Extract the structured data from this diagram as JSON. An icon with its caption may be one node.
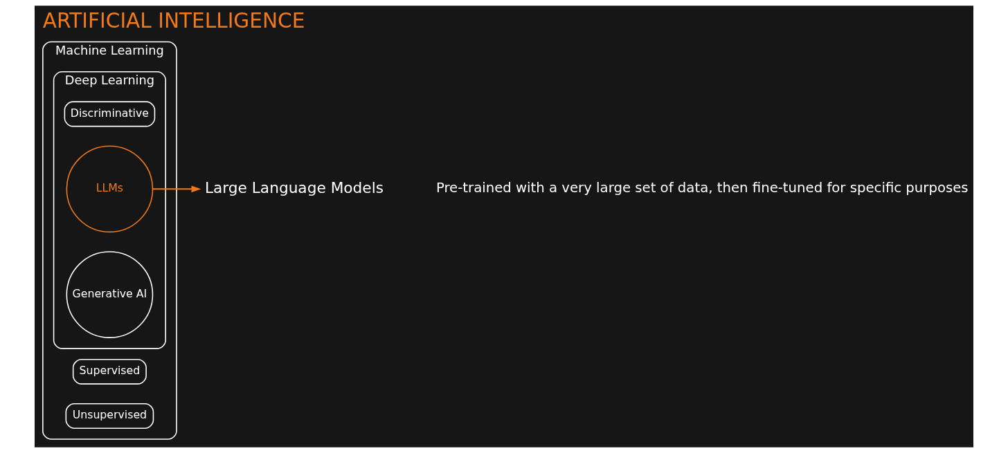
{
  "diagram": {
    "title": "ARTIFICIAL INTELLIGENCE",
    "nodes": [
      {
        "text": [
          "Machine Learning"
        ]
      },
      {
        "text": [
          "Supervised"
        ],
        "in": 0
      },
      {
        "text": [
          "Unsupervised"
        ],
        "in": 0
      },
      {
        "text": [
          "Deep Learning"
        ],
        "in": 0
      },
      {
        "text": [
          "Discriminative"
        ],
        "in": 3
      },
      {
        "text": [
          "LLMs"
        ],
        "in": 3
      },
      {
        "text": [
          "Generative AI"
        ],
        "in": 3
      },
      {
        "text": [
          "Large Language Models"
        ]
      }
    ],
    "edges": [
      {
        "from": 5,
        "to": 7,
        "arrow": "to",
        "color": "#f07a1a"
      }
    ],
    "labels": [
      "Pre-trained with a very large set of data, then fine-tuned for specific purposes"
    ]
  }
}
